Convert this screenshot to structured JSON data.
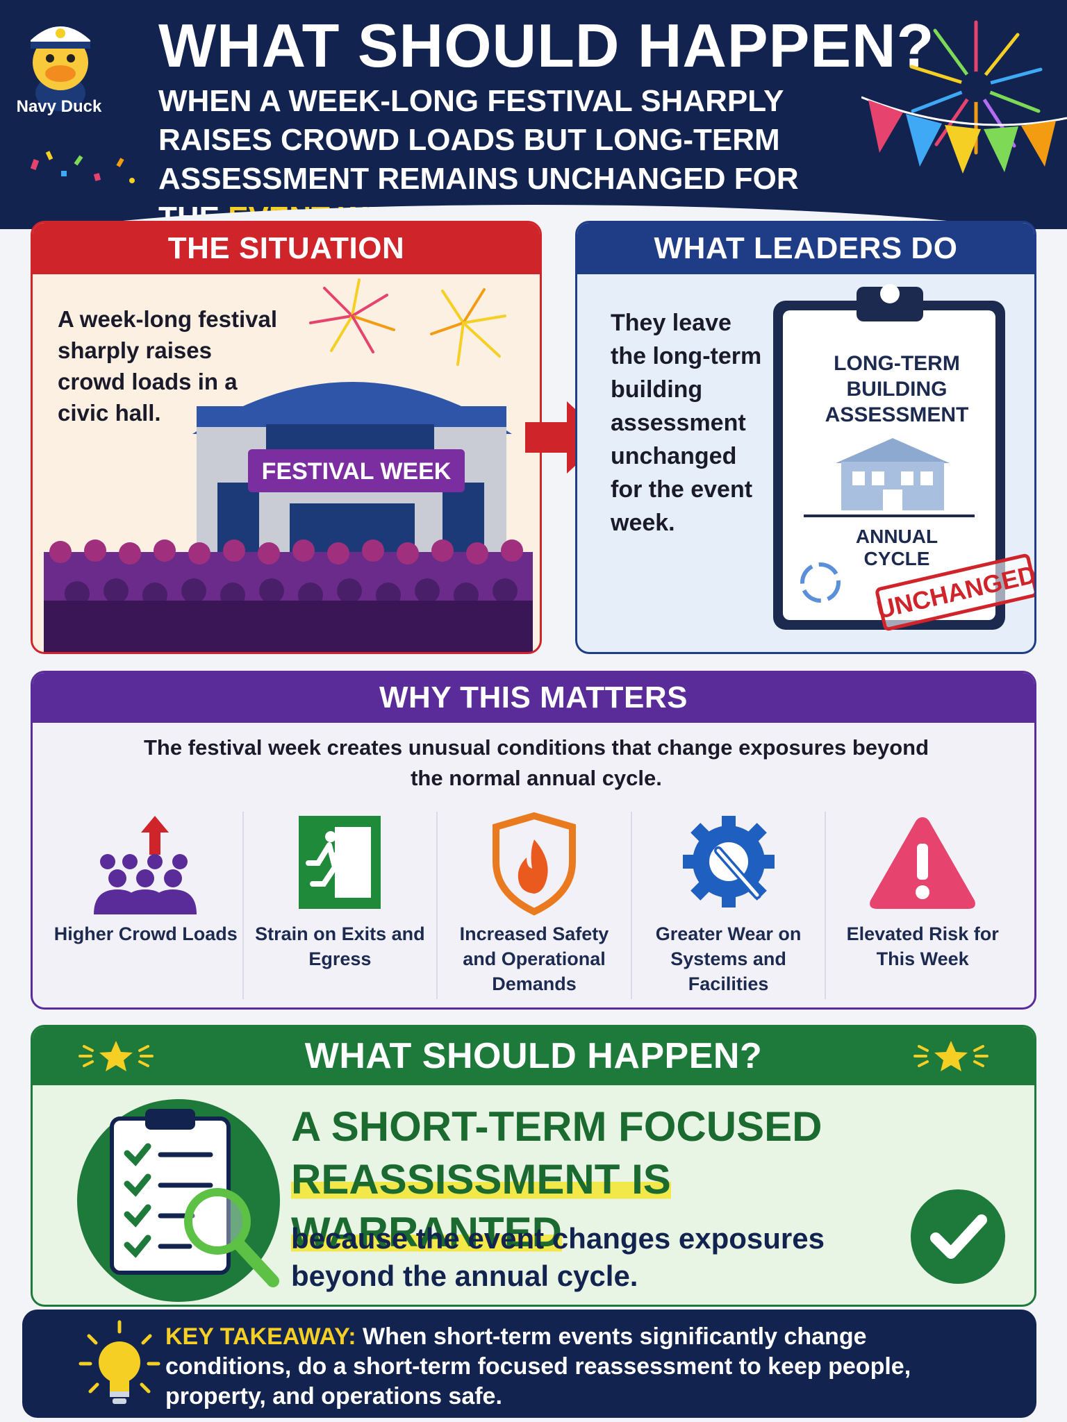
{
  "header": {
    "mascot_name": "Navy Duck",
    "title": "WHAT SHOULD HAPPEN?",
    "subtitle_main": "WHEN A WEEK-LONG FESTIVAL SHARPLY RAISES CROWD LOADS BUT LONG-TERM ASSESSMENT REMAINS UNCHANGED FOR THE",
    "subtitle_highlight": "EVENT WEEK"
  },
  "situation": {
    "heading": "THE SITUATION",
    "text": "A week-long festival sharply raises crowd loads in a civic hall.",
    "banner": "FESTIVAL WEEK"
  },
  "leaders": {
    "heading": "WHAT LEADERS DO",
    "text": "They leave the long-term building assessment unchanged for the event week.",
    "clipboard_title": "LONG-TERM BUILDING ASSESSMENT",
    "clipboard_cycle": "ANNUAL CYCLE",
    "stamp": "UNCHANGED"
  },
  "why": {
    "heading": "WHY THIS MATTERS",
    "text": "The festival week creates unusual conditions that change exposures beyond the normal annual cycle.",
    "items": [
      {
        "label": "Higher Crowd Loads",
        "icon": "crowd-up-icon"
      },
      {
        "label": "Strain on Exits and Egress",
        "icon": "exit-sign-icon"
      },
      {
        "label": "Increased Safety and Operational Demands",
        "icon": "fire-shield-icon"
      },
      {
        "label": "Greater Wear on Systems and Facilities",
        "icon": "gear-wrench-icon"
      },
      {
        "label": "Elevated Risk for This Week",
        "icon": "warning-icon"
      }
    ]
  },
  "happen": {
    "heading": "WHAT SHOULD HAPPEN?",
    "headline_line1": "A SHORT-TERM FOCUSED",
    "headline_line2": "REASSISSMENT IS WARRANTED",
    "reason": "because the event changes exposures beyond the annual cycle."
  },
  "key": {
    "label": "KEY TAKEAWAY:",
    "text": "When short-term events significantly change conditions, do a short-term focused reassessment to keep people, property, and operations safe."
  },
  "colors": {
    "navy": "#12234f",
    "red": "#d0242b",
    "blue": "#1f3d86",
    "purple": "#5a2c99",
    "green": "#1e7a3a",
    "yellow": "#f5cf24"
  }
}
